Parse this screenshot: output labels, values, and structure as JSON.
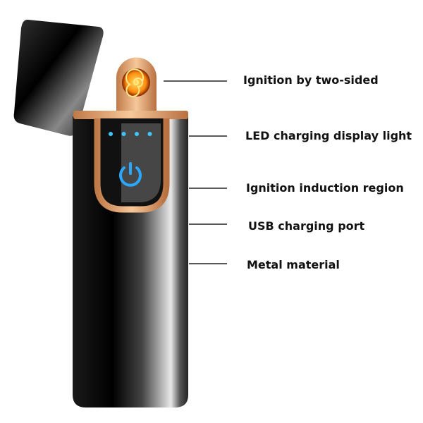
{
  "labels": [
    "Ignition by two-sided",
    "LED charging display light",
    "Ignition induction region",
    "USB charging port",
    "Metal material"
  ],
  "colors": {
    "gold": "#e0a070",
    "led": "#3fc6ff",
    "body": "#0a0a0a",
    "coil": "#ffb020"
  },
  "led_count": 4
}
